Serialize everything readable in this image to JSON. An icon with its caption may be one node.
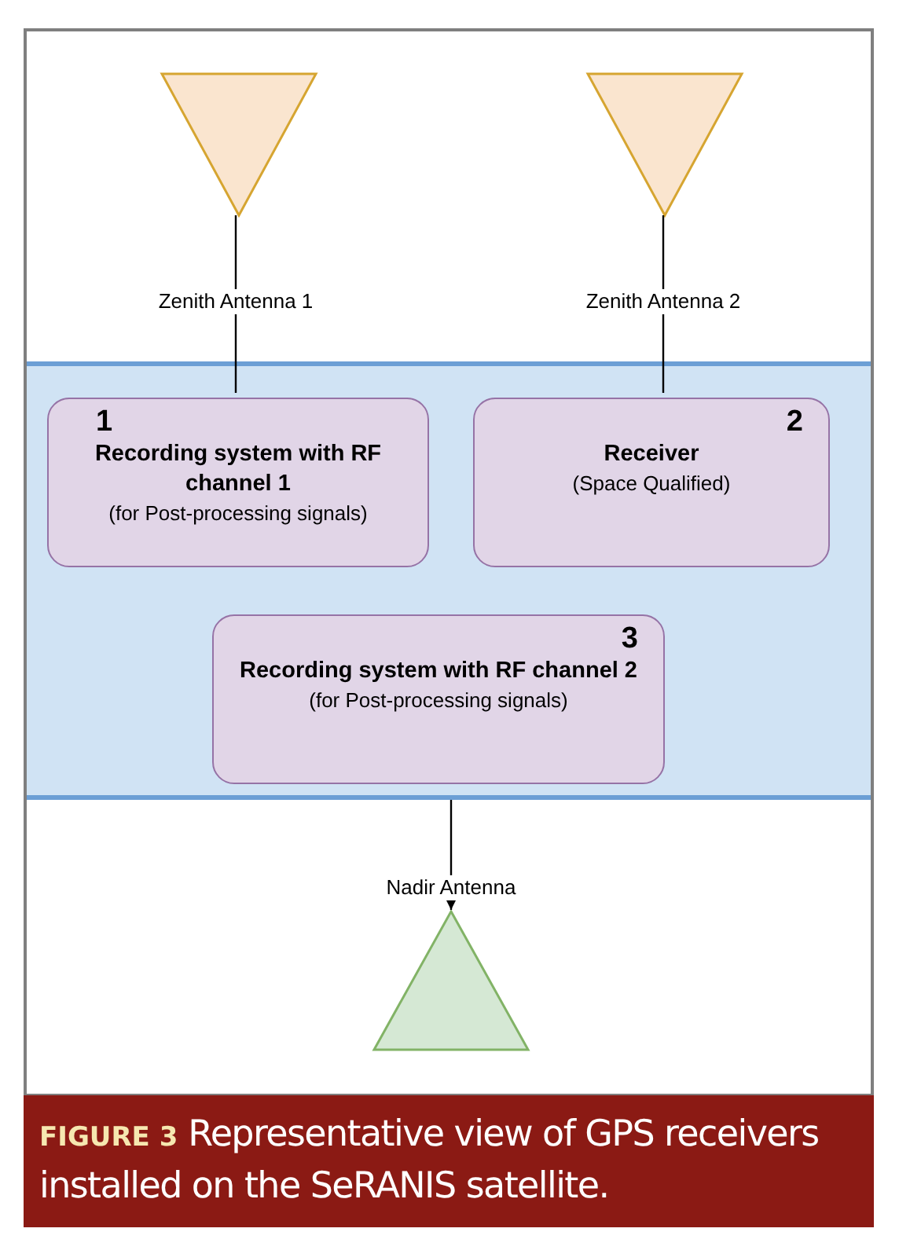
{
  "diagram": {
    "caption": "**FIGURE 3** Representative view of GPS receivers installed on the SeRANIS satellite.",
    "nodes": [
      {
        "text": [],
        "shape": "triangle"
      },
      {
        "text": [],
        "shape": "triangle"
      },
      {
        "text": [],
        "shape": "band"
      },
      {
        "text": [
          "1",
          "Recording system with RF channel 1",
          "(for Post-processing signals)"
        ],
        "in": 2
      },
      {
        "text": [
          "2",
          "Receiver",
          "(Space Qualified)"
        ],
        "in": 2
      },
      {
        "text": [
          "3",
          "Recording system with RF channel 2",
          "(for Post-processing signals)"
        ],
        "in": 2
      },
      {
        "text": [],
        "shape": "triangle"
      }
    ],
    "edges": [
      {
        "from": 0,
        "to": 3,
        "arrow": "none",
        "label": "Zenith Antenna 1"
      },
      {
        "from": 1,
        "to": 4,
        "arrow": "none",
        "label": "Zenith Antenna 2"
      },
      {
        "from": 2,
        "to": 6,
        "arrow": "to",
        "label": "Nadir Antenna"
      }
    ]
  }
}
